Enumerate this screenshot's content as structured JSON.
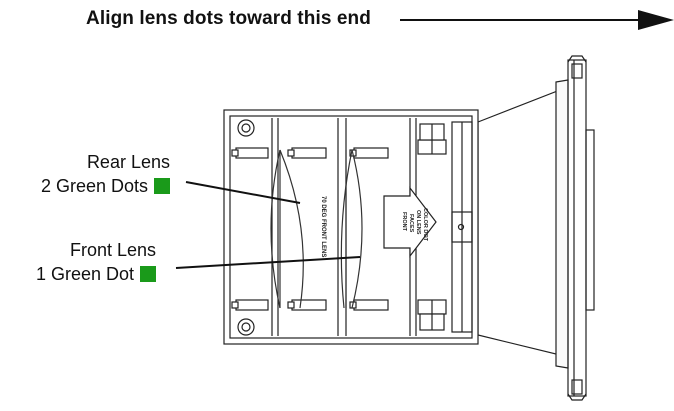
{
  "header": {
    "instruction": "Align lens dots toward this end"
  },
  "labels": {
    "rear_lens": {
      "name": "Rear Lens",
      "dots": "2 Green Dots"
    },
    "front_lens": {
      "name": "Front Lens",
      "dots": "1 Green Dot"
    }
  },
  "housing_text": {
    "lens_spec": "70 DEG FRONT LENS",
    "arrow_line1": "COLOR DOT",
    "arrow_line2": "ON LENS",
    "arrow_line3": "FACES",
    "arrow_line4": "FRONT"
  },
  "colors": {
    "indicator_dot": "#1a9a1a",
    "line": "#111111"
  }
}
